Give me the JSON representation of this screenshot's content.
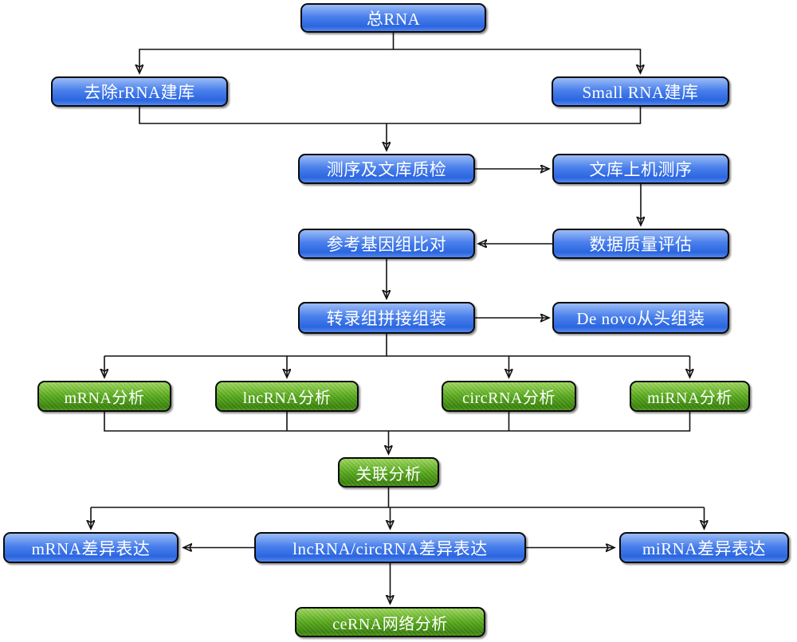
{
  "nodes": [
    {
      "id": "total-rna",
      "label": "总RNA",
      "type": "blue"
    },
    {
      "id": "rrna-removal-library",
      "label": "去除rRNA建库",
      "type": "blue"
    },
    {
      "id": "small-rna-library",
      "label": "Small RNA建库",
      "type": "blue"
    },
    {
      "id": "sequencing-library-qc",
      "label": "测序及文库质检",
      "type": "blue"
    },
    {
      "id": "library-sequencing",
      "label": "文库上机测序",
      "type": "blue"
    },
    {
      "id": "reference-genome-alignment",
      "label": "参考基因组比对",
      "type": "blue"
    },
    {
      "id": "data-quality-assessment",
      "label": "数据质量评估",
      "type": "blue"
    },
    {
      "id": "transcriptome-assembly",
      "label": "转录组拼接组装",
      "type": "blue"
    },
    {
      "id": "de-novo-assembly",
      "label": "De novo从头组装",
      "type": "blue"
    },
    {
      "id": "mrna-analysis",
      "label": "mRNA分析",
      "type": "green"
    },
    {
      "id": "lncrna-analysis",
      "label": "lncRNA分析",
      "type": "green"
    },
    {
      "id": "circrna-analysis",
      "label": "circRNA分析",
      "type": "green"
    },
    {
      "id": "mirna-analysis",
      "label": "miRNA分析",
      "type": "green"
    },
    {
      "id": "correlation-analysis",
      "label": "关联分析",
      "type": "green"
    },
    {
      "id": "mrna-differential-expression",
      "label": "mRNA差异表达",
      "type": "blue"
    },
    {
      "id": "lncrna-circrna-differential-expression",
      "label": "lncRNA/circRNA差异表达",
      "type": "blue"
    },
    {
      "id": "mirna-differential-expression",
      "label": "miRNA差异表达",
      "type": "blue"
    },
    {
      "id": "cerna-network-analysis",
      "label": "ceRNA网络分析",
      "type": "green"
    }
  ],
  "colors": {
    "blue_top": "#9cbcf6",
    "blue_mid": "#4a80ec",
    "blue_bottom": "#2b66e0",
    "green_top": "#9ed95e",
    "green_mid": "#58aa1c",
    "green_bottom": "#3c850e",
    "border": "#0a0a0a",
    "arrow": "#111111",
    "text": "#ffffff",
    "background": "#ffffff"
  }
}
